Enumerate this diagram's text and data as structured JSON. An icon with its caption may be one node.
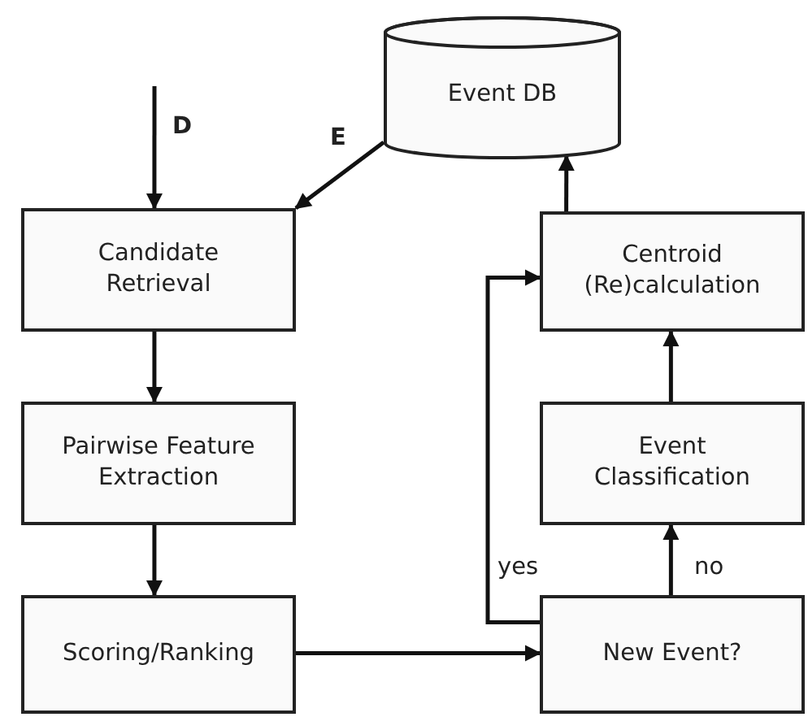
{
  "diagram": {
    "nodes": [
      {
        "text": [
          "Event DB"
        ]
      },
      {
        "text": [
          "Candidate Retrieval"
        ]
      },
      {
        "text": [
          "Pairwise Feature Extraction"
        ]
      },
      {
        "text": [
          "Scoring/Ranking"
        ]
      },
      {
        "text": [
          "Centroid (Re)calculation"
        ]
      },
      {
        "text": [
          "Event Classification"
        ]
      },
      {
        "text": [
          "New Event?"
        ]
      }
    ],
    "edges": [
      {
        "from": null,
        "to": 1,
        "arrow": "to",
        "label": "D"
      },
      {
        "from": 0,
        "to": 1,
        "arrow": "to",
        "label": "E"
      },
      {
        "from": 1,
        "to": 2,
        "arrow": "to"
      },
      {
        "from": 2,
        "to": 3,
        "arrow": "to"
      },
      {
        "from": 3,
        "to": 6,
        "arrow": "to"
      },
      {
        "from": 6,
        "to": 5,
        "arrow": "to",
        "label": "no"
      },
      {
        "from": 5,
        "to": 4,
        "arrow": "to"
      },
      {
        "from": 4,
        "to": 0,
        "arrow": "to"
      },
      {
        "from": 6,
        "to": 4,
        "arrow": "to",
        "label": "yes"
      }
    ]
  }
}
